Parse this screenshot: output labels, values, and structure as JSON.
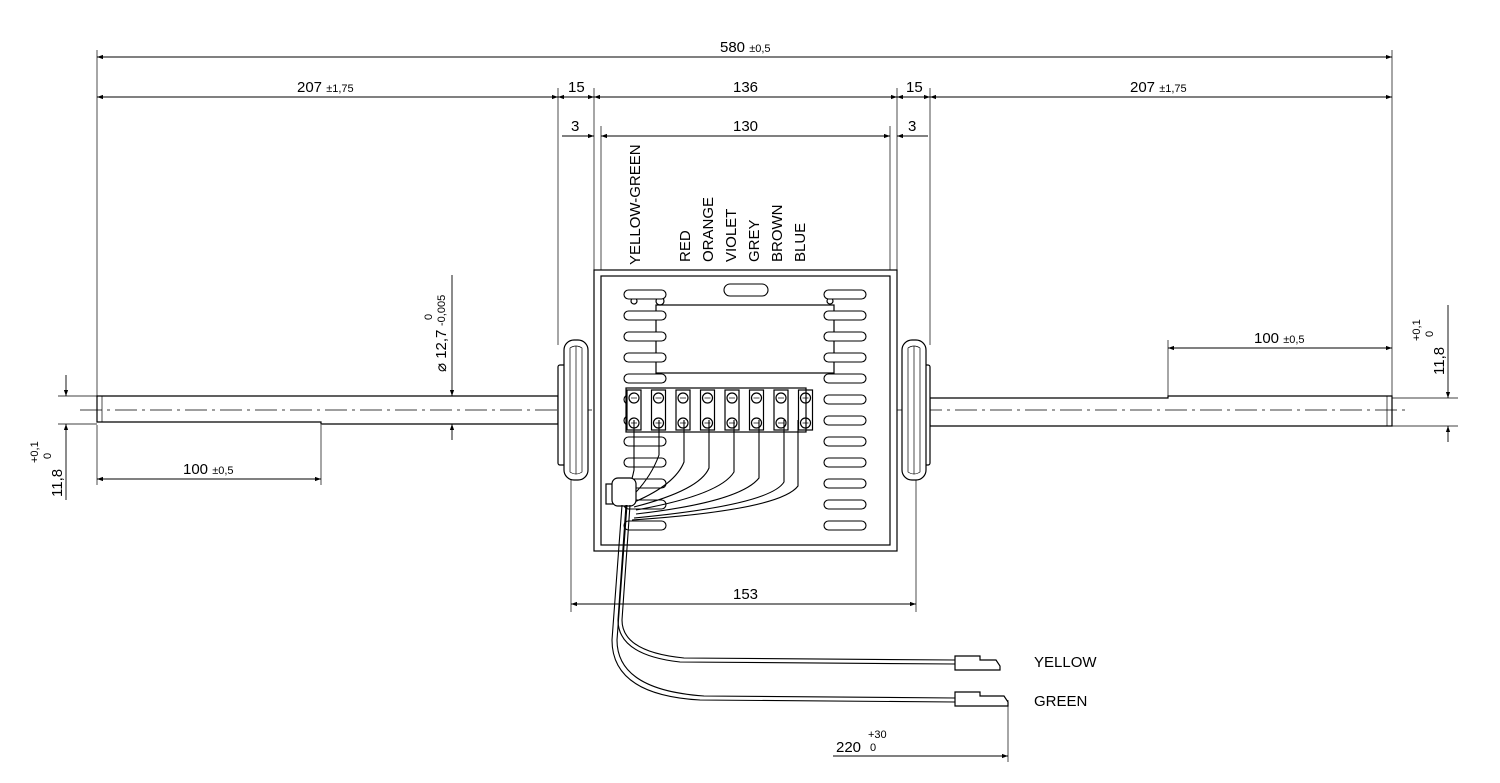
{
  "dimensions": {
    "overall": {
      "value": "580",
      "tol": "±0,5"
    },
    "left_shaft": {
      "value": "207",
      "tol": "±1,75"
    },
    "right_shaft": {
      "value": "207",
      "tol": "±1,75"
    },
    "left_spacer": "15",
    "right_spacer": "15",
    "body_outer": "136",
    "body_inner": "130",
    "left_gap": "3",
    "right_gap": "3",
    "mount_width": "153",
    "left_flat": {
      "value": "100",
      "tol": "±0,5"
    },
    "right_flat": {
      "value": "100",
      "tol": "±0,5"
    },
    "shaft_diameter": {
      "symbol": "⌀",
      "value": "12,7",
      "upper": "0",
      "lower": "-0,005"
    },
    "left_flat_height": {
      "value": "11,8",
      "upper": "+0,1",
      "lower": "0"
    },
    "right_flat_height": {
      "value": "11,8",
      "upper": "+0,1",
      "lower": "0"
    },
    "cable_length": {
      "value": "220",
      "upper": "+30",
      "lower": "0"
    }
  },
  "wire_labels": [
    "YELLOW-GREEN",
    "RED",
    "ORANGE",
    "VIOLET",
    "GREY",
    "BROWN",
    "BLUE"
  ],
  "connector_labels": {
    "yellow": "YELLOW",
    "green": "GREEN"
  }
}
